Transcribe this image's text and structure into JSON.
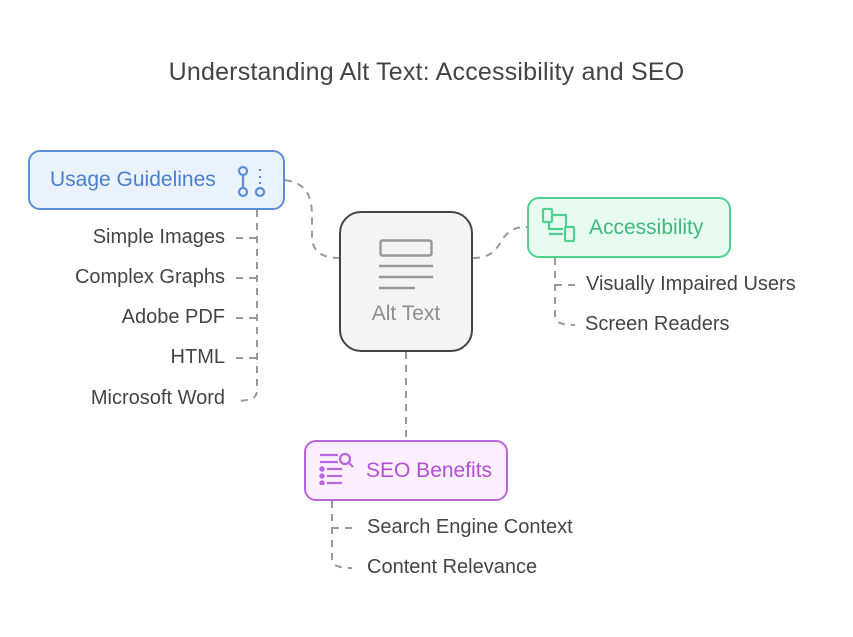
{
  "title": "Understanding Alt Text: Accessibility and SEO",
  "colors": {
    "usage_accent": "#5a8fd8",
    "usage_fill": "#eaf2fd",
    "access_accent": "#4fd08f",
    "access_fill": "#e8fbf1",
    "seo_accent": "#b866dc",
    "seo_fill": "#fbeefd",
    "center_border": "#444444",
    "center_fill": "#f4f4f4",
    "connector": "#999999"
  },
  "center": {
    "label": "Alt Text",
    "icon": "document-text-icon"
  },
  "branches": {
    "usage": {
      "label": "Usage Guidelines",
      "icon": "git-branch-icon",
      "items": [
        "Simple Images",
        "Complex Graphs",
        "Adobe PDF",
        "HTML",
        "Microsoft Word"
      ]
    },
    "accessibility": {
      "label": "Accessibility",
      "icon": "devices-icon",
      "items": [
        "Visually Impaired Users",
        "Screen Readers"
      ]
    },
    "seo": {
      "label": "SEO Benefits",
      "icon": "list-search-icon",
      "items": [
        "Search Engine Context",
        "Content Relevance"
      ]
    }
  }
}
